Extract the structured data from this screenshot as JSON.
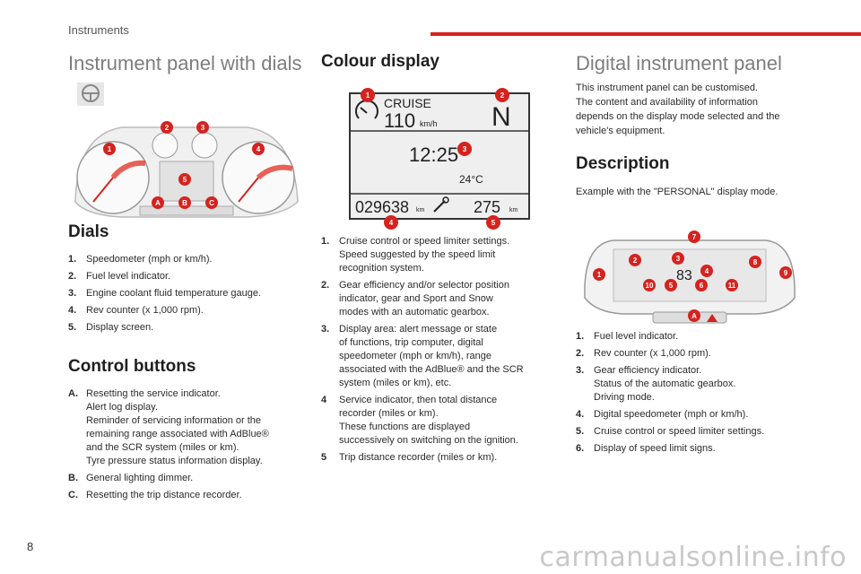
{
  "header": {
    "section": "Instruments"
  },
  "page_number": "8",
  "watermark": "carmanualsonline.info",
  "col1": {
    "title": "Instrument panel with dials",
    "dials_heading": "Dials",
    "dials": [
      {
        "n": "1.",
        "t": "Speedometer (mph or km/h)."
      },
      {
        "n": "2.",
        "t": "Fuel level indicator."
      },
      {
        "n": "3.",
        "t": "Engine coolant fluid temperature gauge."
      },
      {
        "n": "4.",
        "t": "Rev counter (x 1,000 rpm)."
      },
      {
        "n": "5.",
        "t": "Display screen."
      }
    ],
    "buttons_heading": "Control buttons",
    "buttons": [
      {
        "n": "A.",
        "lines": [
          "Resetting the service indicator.",
          "Alert log display.",
          "Reminder of servicing information or the",
          "remaining range associated with AdBlue®",
          "and the SCR system (miles or km).",
          "Tyre pressure status information display."
        ]
      },
      {
        "n": "B.",
        "lines": [
          "General lighting dimmer."
        ]
      },
      {
        "n": "C.",
        "lines": [
          "Resetting the trip distance recorder."
        ]
      }
    ],
    "dial_callouts": [
      "1",
      "2",
      "3",
      "4",
      "5",
      "A",
      "B",
      "C"
    ]
  },
  "col2": {
    "title": "Colour display",
    "screen": {
      "cruise_label": "CRUISE",
      "speed": "110",
      "speed_unit": "km/h",
      "gear": "N",
      "time": "12:25",
      "temp": "24°C",
      "odometer": "029638",
      "odo_unit": "km",
      "range": "275",
      "range_unit": "km"
    },
    "callouts": [
      "1",
      "2",
      "3",
      "4",
      "5"
    ],
    "items": [
      {
        "n": "1.",
        "lines": [
          "Cruise control or speed limiter settings.",
          "Speed suggested by the speed limit",
          "recognition system."
        ]
      },
      {
        "n": "2.",
        "lines": [
          "Gear efficiency and/or selector position",
          "indicator, gear and Sport and Snow",
          "modes with an automatic gearbox."
        ]
      },
      {
        "n": "3.",
        "lines": [
          "Display area: alert message or state",
          "of functions, trip computer, digital",
          "speedometer (mph or km/h), range",
          "associated with the AdBlue® and the SCR",
          "system (miles or km), etc."
        ]
      },
      {
        "n": "4",
        "lines": [
          "Service indicator, then total distance",
          "recorder (miles or km).",
          "These functions are displayed",
          "successively on switching on the ignition."
        ]
      },
      {
        "n": "5",
        "lines": [
          "Trip distance recorder (miles or km)."
        ]
      }
    ]
  },
  "col3": {
    "title": "Digital instrument panel",
    "intro": [
      "This instrument panel can be customised.",
      "The content and availability of information",
      "depends on the display mode selected and the",
      "vehicle's equipment."
    ],
    "desc_heading": "Description",
    "example": "Example with the \"PERSONAL\" display mode.",
    "digital_speed": "83",
    "callouts": [
      "1",
      "2",
      "3",
      "4",
      "5",
      "6",
      "7",
      "8",
      "9",
      "10",
      "11",
      "A"
    ],
    "items": [
      {
        "n": "1.",
        "lines": [
          "Fuel level indicator."
        ]
      },
      {
        "n": "2.",
        "lines": [
          "Rev counter (x 1,000 rpm)."
        ]
      },
      {
        "n": "3.",
        "lines": [
          "Gear efficiency indicator.",
          "Status of the automatic gearbox.",
          "Driving mode."
        ]
      },
      {
        "n": "4.",
        "lines": [
          "Digital speedometer (mph or km/h)."
        ]
      },
      {
        "n": "5.",
        "lines": [
          "Cruise control or speed limiter settings."
        ]
      },
      {
        "n": "6.",
        "lines": [
          "Display of speed limit signs."
        ]
      }
    ]
  },
  "colors": {
    "accent": "#d5231f",
    "title_gray": "#7d7d7d"
  }
}
